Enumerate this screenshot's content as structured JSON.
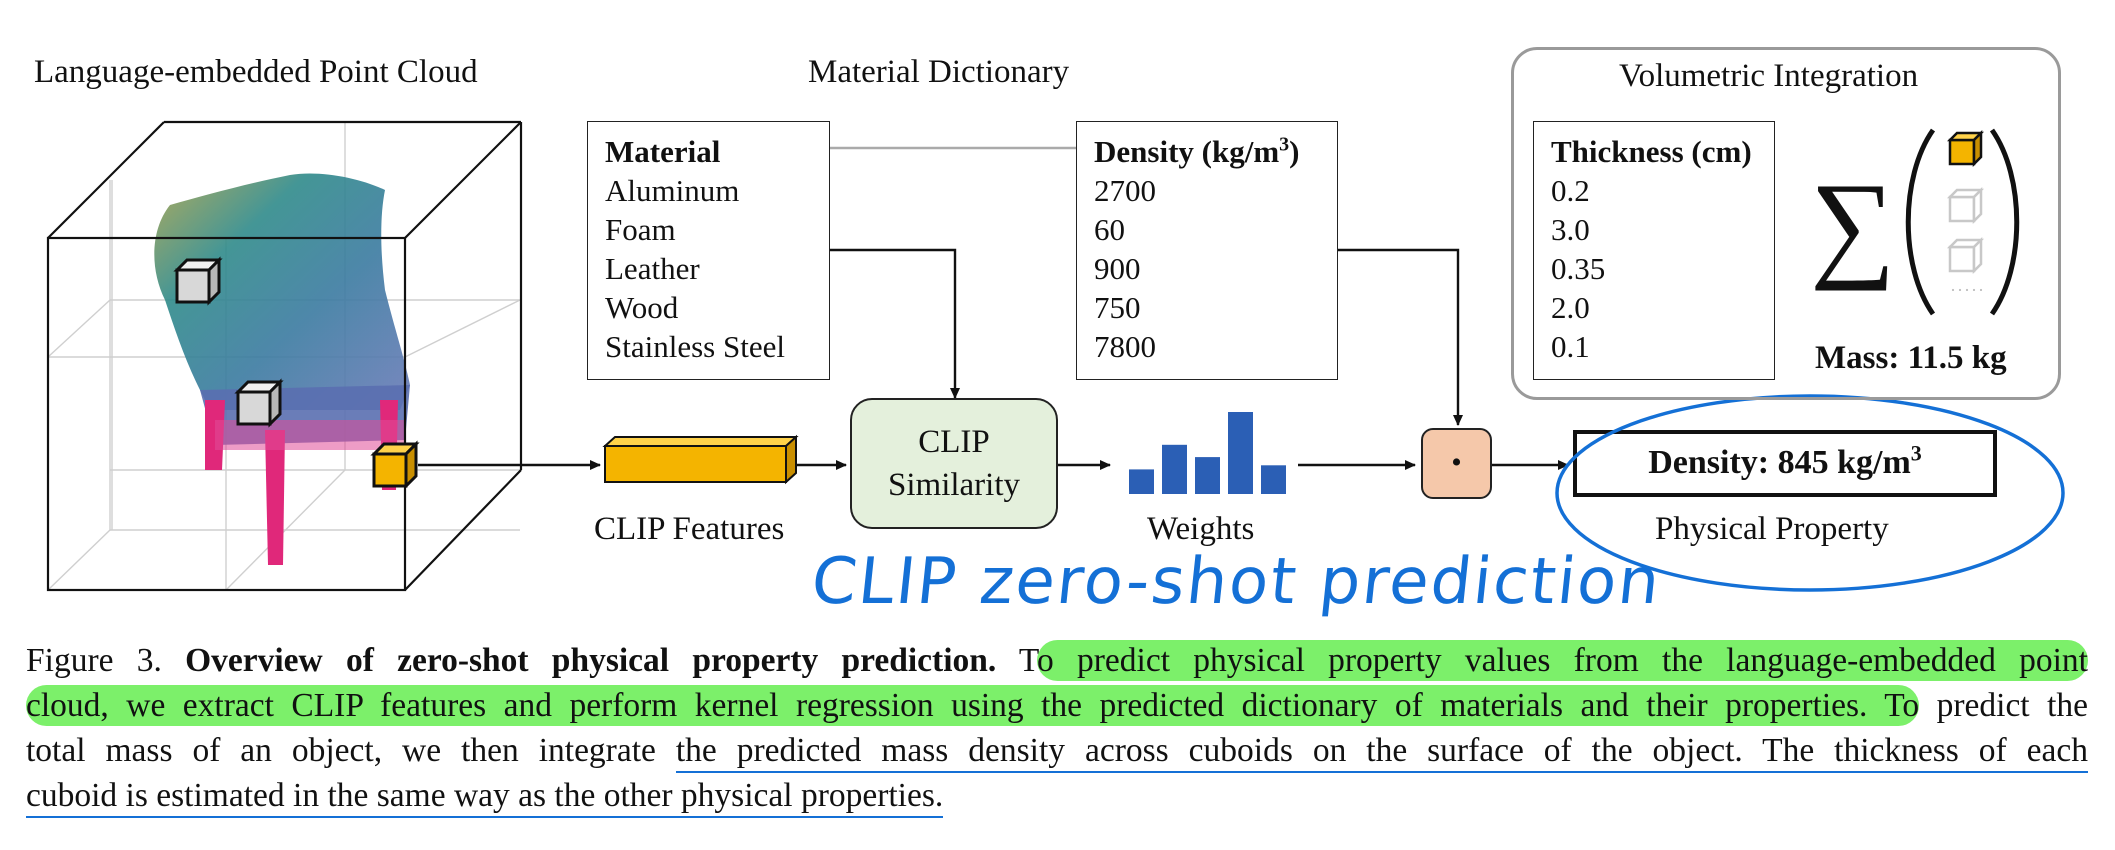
{
  "diagram": {
    "point_cloud_title": "Language-embedded Point Cloud",
    "dictionary_title": "Material Dictionary",
    "materials": {
      "header": "Material",
      "items": [
        "Aluminum",
        "Foam",
        "Leather",
        "Wood",
        "Stainless Steel"
      ]
    },
    "densities": {
      "header": "Density (kg/m",
      "header_sup": "3",
      "header_end": ")",
      "items": [
        "2700",
        "60",
        "900",
        "750",
        "7800"
      ]
    },
    "clip_features_label": "CLIP Features",
    "clip_similarity": [
      "CLIP",
      "Similarity"
    ],
    "weights_label": "Weights",
    "weights_values": [
      0.3,
      0.6,
      0.45,
      1.0,
      0.35
    ],
    "dot_operator": "•",
    "output": {
      "density_text": "Density: 845 kg/m",
      "density_sup": "3",
      "label": "Physical Property"
    },
    "volumetric": {
      "title": "Volumetric Integration",
      "thickness_header": "Thickness (cm)",
      "thickness_items": [
        "0.2",
        "3.0",
        "0.35",
        "2.0",
        "0.1"
      ],
      "sum_symbol": "∑",
      "ellipsis": "·····",
      "mass": "Mass: 11.5 kg"
    },
    "handwritten_note": "CLIP zero-shot prediction",
    "colors": {
      "feature_bar": "#f4b400",
      "highlight_cube": "#f4b400",
      "clip_box": "#e4f0dc",
      "dot_box": "#f5c8aa",
      "weights_bars": "#2b5fb5",
      "annotation_blue": "#1470d6",
      "highlighter_green": "#7cf06a"
    }
  },
  "caption": {
    "line1_prefix": "Figure 3. ",
    "line1_bold": "Overview of zero-shot physical property prediction.",
    "line1_pre_hl": " T",
    "line1_hl": "o predict physical property values from the language-embedded point",
    "line2_hl": "cloud, we extract CLIP features and perform kernel regression using the predicted dictionary of materials and their properties. To",
    "line2_rest": " predict the",
    "line3_plain": "total mass of an object, we then integrate ",
    "line3_ul": "the predicted mass density across cuboids on the surface of the object. The thickness of each",
    "line4_ul": "cuboid is estimated in the same way as the other physical properties."
  }
}
